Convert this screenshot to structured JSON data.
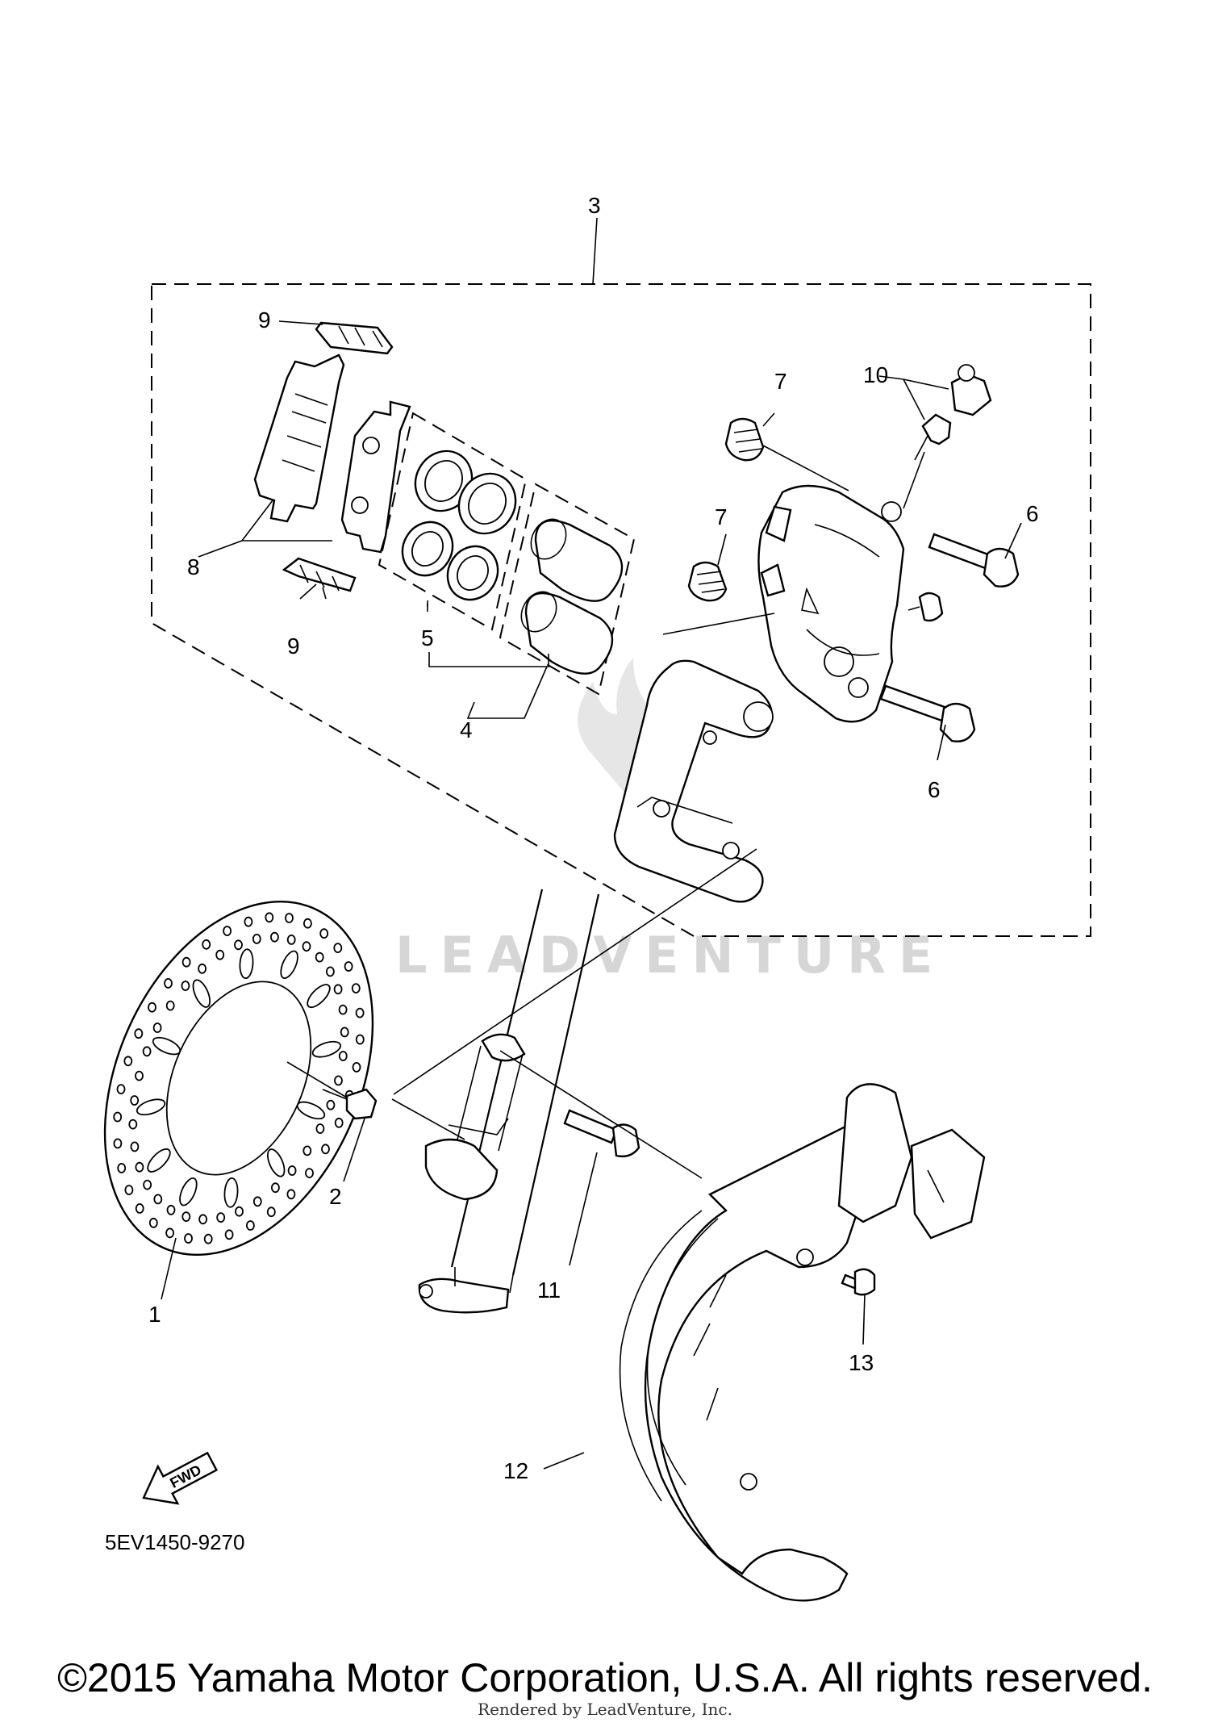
{
  "diagram": {
    "part_code": "5EV1450-9270",
    "watermark": "LEADVENTURE",
    "fwd_label": "FWD",
    "callouts": {
      "c1": "1",
      "c2": "2",
      "c3": "3",
      "c4": "4",
      "c5": "5",
      "c6a": "6",
      "c6b": "6",
      "c7a": "7",
      "c7b": "7",
      "c8": "8",
      "c9a": "9",
      "c9b": "9",
      "c10": "10",
      "c11": "11",
      "c12": "12",
      "c13": "13"
    }
  },
  "footer": {
    "copyright": "©2015 Yamaha Motor Corporation, U.S.A. All rights reserved.",
    "rendered_by": "Rendered by LeadVenture, Inc."
  }
}
